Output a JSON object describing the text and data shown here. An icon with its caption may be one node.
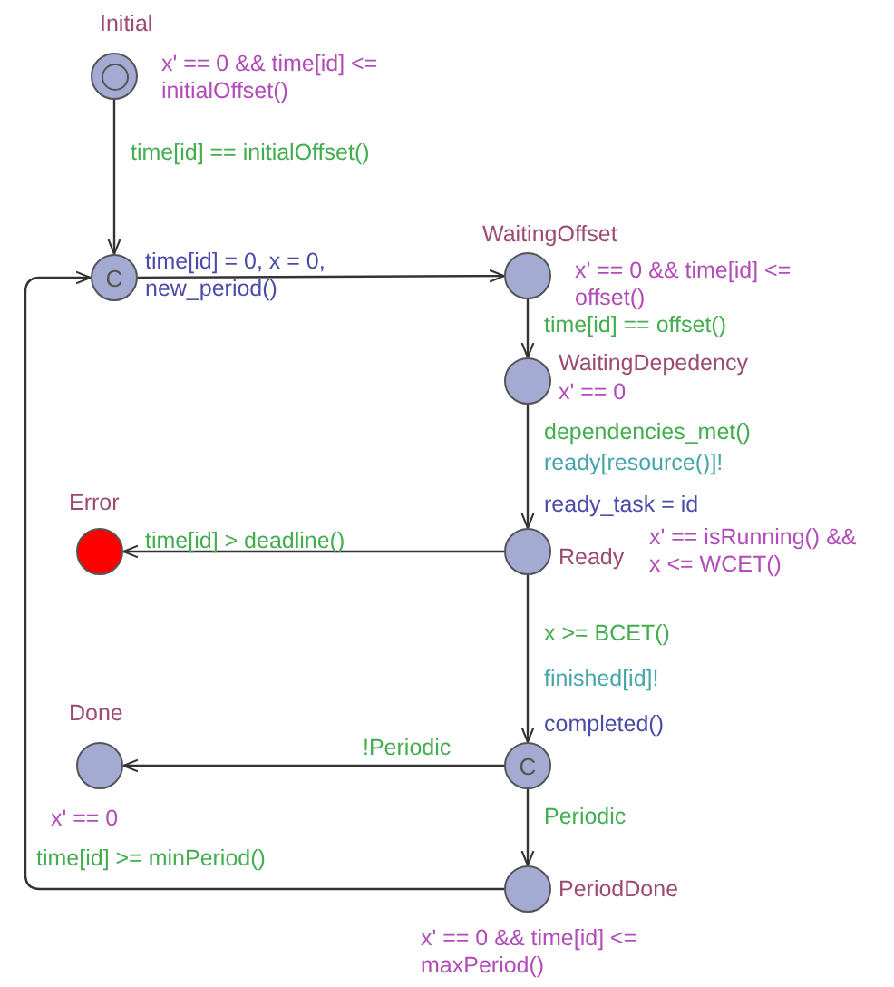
{
  "diagram": {
    "nodes": [
      {
        "text": [
          "Initial",
          "x' == 0 && time[id] <= initialOffset()"
        ]
      },
      {
        "text": [
          "C"
        ]
      },
      {
        "text": [
          "WaitingOffset",
          "x' == 0 && time[id] <= offset()"
        ]
      },
      {
        "text": [
          "WaitingDepedency",
          "x' == 0"
        ]
      },
      {
        "text": [
          "Error"
        ]
      },
      {
        "text": [
          "Ready",
          "x' == isRunning() && x <= WCET()"
        ]
      },
      {
        "text": [
          "Done",
          "x' == 0"
        ]
      },
      {
        "text": [
          "C"
        ]
      },
      {
        "text": [
          "PeriodDone",
          "x' == 0 && time[id] <= maxPeriod()"
        ]
      }
    ],
    "edges": [
      {
        "from": 0,
        "to": 1,
        "arrow": "to",
        "label": "time[id] == initialOffset()"
      },
      {
        "from": 1,
        "to": 2,
        "arrow": "to",
        "label": "time[id] = 0, x = 0, new_period()"
      },
      {
        "from": 2,
        "to": 3,
        "arrow": "to",
        "label": "time[id] == offset()"
      },
      {
        "from": 3,
        "to": 5,
        "arrow": "to",
        "label": "dependencies_met()"
      },
      {
        "from": 5,
        "to": 4,
        "arrow": "to",
        "label": "time[id] > deadline()"
      },
      {
        "from": 5,
        "to": 7,
        "arrow": "to",
        "label": "x >= BCET()"
      },
      {
        "from": 7,
        "to": 6,
        "arrow": "to",
        "label": "!Periodic"
      },
      {
        "from": 7,
        "to": 8,
        "arrow": "to",
        "label": "Periodic"
      },
      {
        "from": 8,
        "to": 1,
        "arrow": "to",
        "label": "time[id] >= minPeriod()"
      }
    ],
    "labels": [
      "ready[resource()]!",
      "ready_task = id",
      "finished[id]!",
      "completed()"
    ]
  }
}
